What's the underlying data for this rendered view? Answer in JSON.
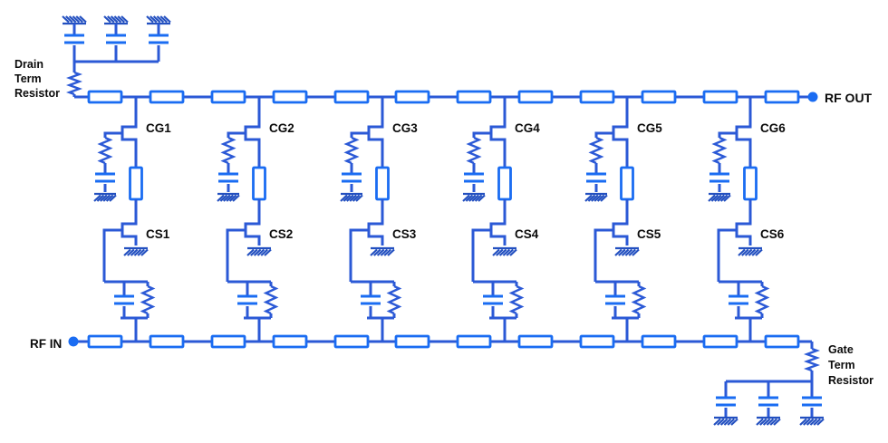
{
  "diagram": {
    "kind": "circuit-schematic",
    "stage_count": 6
  },
  "colors": {
    "background": "#ffffff",
    "wire": "#2b59d6",
    "component": "#1a6cf2",
    "hatch": "#2350c0",
    "text": "#0b0b0b"
  },
  "ports": {
    "input_label": "RF IN",
    "output_label": "RF OUT"
  },
  "drain_termination": {
    "lines": [
      "Drain",
      "Term",
      "Resistor"
    ],
    "capacitor_count": 3
  },
  "gate_termination": {
    "lines": [
      "Gate",
      "Term",
      "Resistor"
    ],
    "capacitor_count": 3
  },
  "drain_line_segment_count": 12,
  "gate_line_segment_count": 12,
  "stages": [
    {
      "cg": "CG1",
      "cs": "CS1"
    },
    {
      "cg": "CG2",
      "cs": "CS2"
    },
    {
      "cg": "CG3",
      "cs": "CS3"
    },
    {
      "cg": "CG4",
      "cs": "CS4"
    },
    {
      "cg": "CG5",
      "cs": "CS5"
    },
    {
      "cg": "CG6",
      "cs": "CS6"
    }
  ]
}
